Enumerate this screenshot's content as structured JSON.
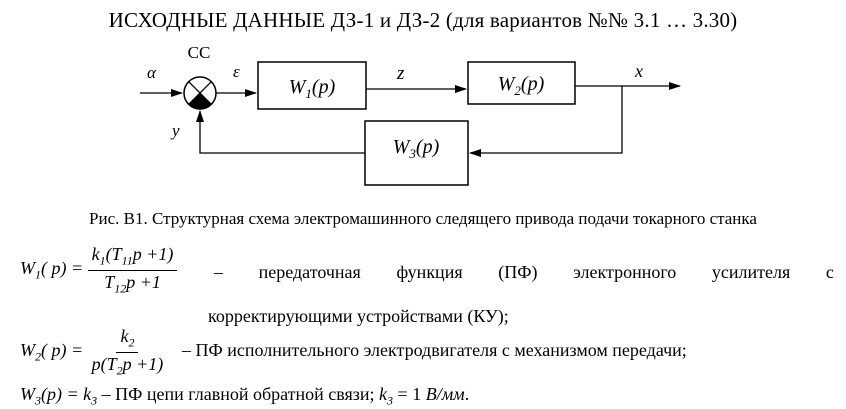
{
  "title": "ИСХОДНЫЕ  ДАННЫЕ  ДЗ-1 и ДЗ-2 (для вариантов №№ 3.1 … 3.30)",
  "diagram": {
    "comparator_label": "СС",
    "input_label": "α",
    "error_label": "ε",
    "feedback_label": "y",
    "mid_signal_label": "z",
    "output_label": "x",
    "block_w1": {
      "main": "W",
      "sub": "1",
      "arg": "(p)"
    },
    "block_w2": {
      "main": "W",
      "sub": "2",
      "arg": "(p)"
    },
    "block_w3": {
      "main": "W",
      "sub": "3",
      "arg": "(p)"
    }
  },
  "caption": "Рис. В1. Структурная схема электромашинного следящего привода подачи токарного станка",
  "w1": {
    "lhs": "W",
    "lhs_sub": "1",
    "lhs_arg": "( p) =",
    "num_k": "k",
    "num_k_sub": "1",
    "num_rest_open": "(T",
    "num_T_sub": "11",
    "num_rest_close": "p +1)",
    "den_T": "T",
    "den_T_sub": "12",
    "den_rest": "p +1",
    "dash": "–",
    "words": [
      "передаточная",
      "функция",
      "(ПФ)",
      "электронного",
      "усилителя",
      "с"
    ],
    "line2": "корректирующими устройствами (КУ);"
  },
  "w2": {
    "lhs": "W",
    "lhs_sub": "2",
    "lhs_arg": "( p) =",
    "num_k": "k",
    "num_k_sub": "2",
    "den_open": "p(T",
    "den_T_sub": "2",
    "den_close": "p +1)",
    "desc": "– ПФ исполнительного электродвигателя с механизмом передачи;"
  },
  "w3": {
    "lhs": "W",
    "lhs_sub": "3",
    "lhs_arg": "(p) = ",
    "k": "k",
    "k_sub": "3",
    "desc_mid": " – ПФ цепи главной обратной связи; ",
    "k2": "k",
    "k2_sub": "3",
    "eq": " = 1 ",
    "unit": "В/мм",
    "end": "."
  }
}
